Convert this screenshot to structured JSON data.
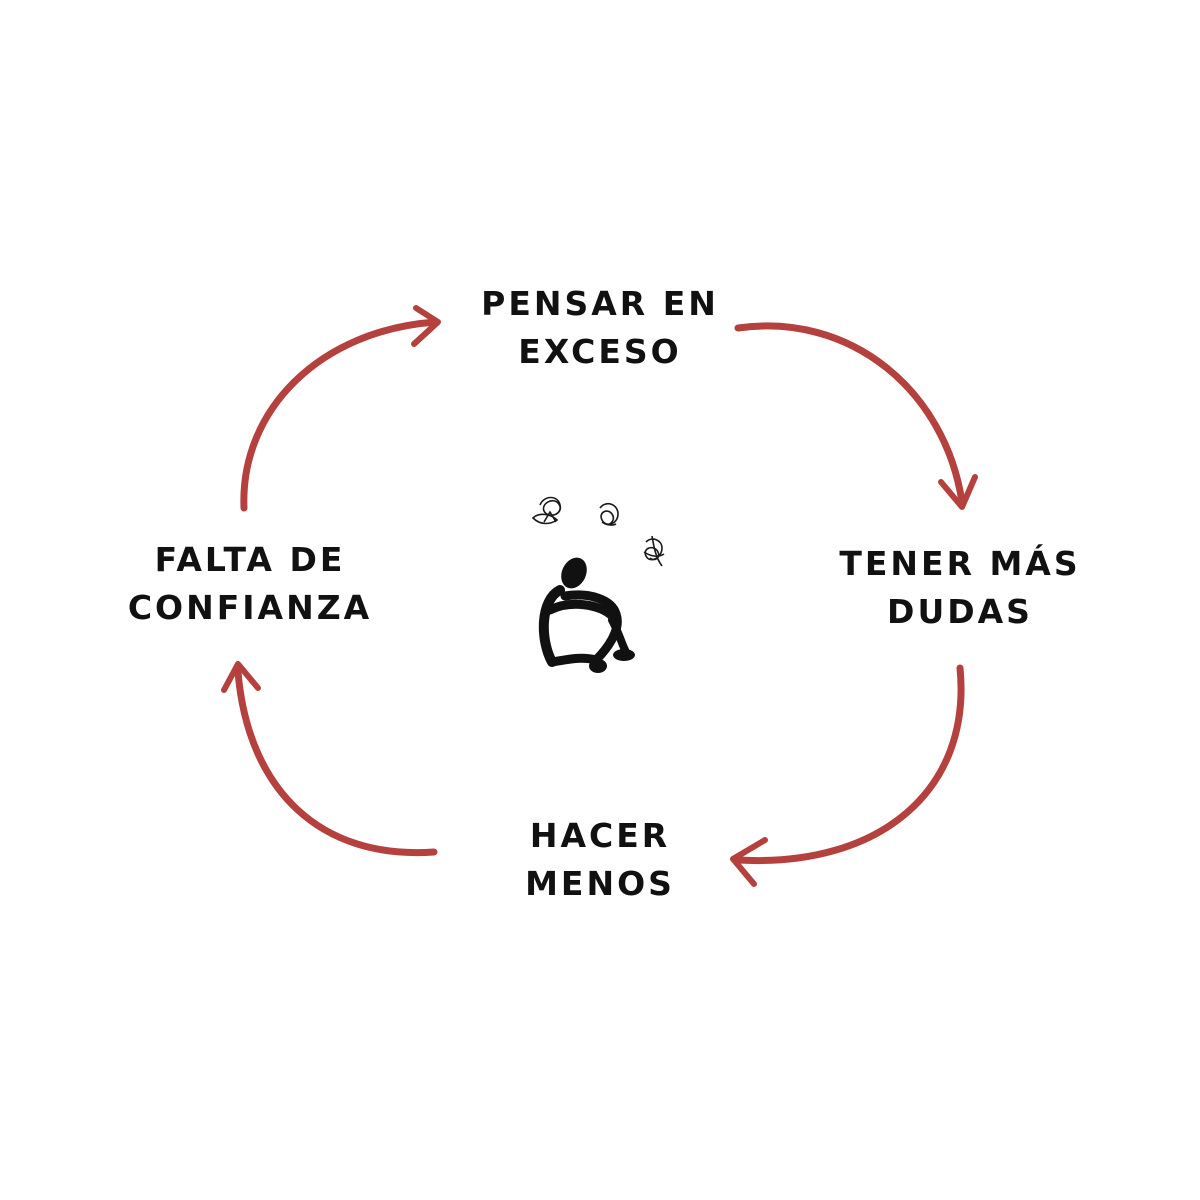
{
  "diagram": {
    "arrow_color": "#b5413f",
    "text_color": "#111111",
    "center_icon": "sitting-person-worried-icon",
    "nodes": {
      "top": {
        "line1": "PENSAR EN",
        "line2": "EXCESO"
      },
      "right": {
        "line1": "TENER MÁS",
        "line2": "DUDAS"
      },
      "bottom": {
        "line1": "HACER",
        "line2": "MENOS"
      },
      "left": {
        "line1": "FALTA DE",
        "line2": "CONFIANZA"
      }
    },
    "flow": [
      "top",
      "right",
      "bottom",
      "left",
      "top"
    ]
  }
}
